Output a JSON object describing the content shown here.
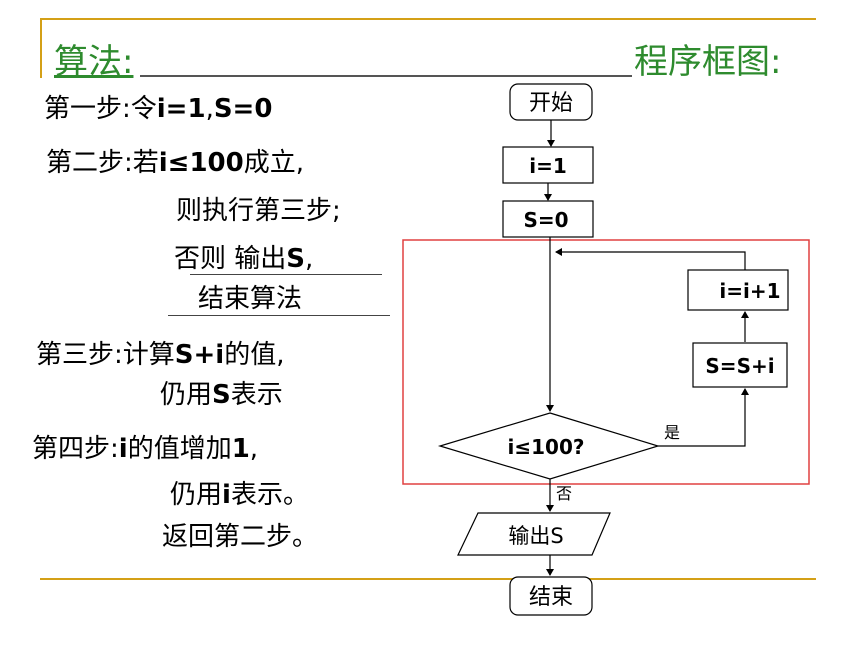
{
  "header": {
    "left_title": "算法:",
    "right_title": "程序框图:"
  },
  "steps": {
    "s1": "第一步:令i=1,S=0",
    "s2_a": "第二步:若i≤100成立,",
    "s2_b": "则执行第三步;",
    "s2_c": "否则 输出S,",
    "s2_d": "结束算法",
    "s3_a": "第三步:计算S+i的值,",
    "s3_b": "仍用S表示",
    "s4_a": "第四步:i的值增加1,",
    "s4_b": "仍用i表示。",
    "s4_c": "返回第二步。"
  },
  "flowchart": {
    "start": "开始",
    "init_i": "i=1",
    "init_s": "S=0",
    "increment": "i=i+1",
    "accumulate": "S=S+i",
    "condition": "i≤100?",
    "yes_label": "是",
    "no_label": "否",
    "output": "输出S",
    "end": "结束"
  },
  "colors": {
    "title": "#2e8b2e",
    "rule_gold": "#d4a017",
    "loop_box": "#e04040"
  }
}
